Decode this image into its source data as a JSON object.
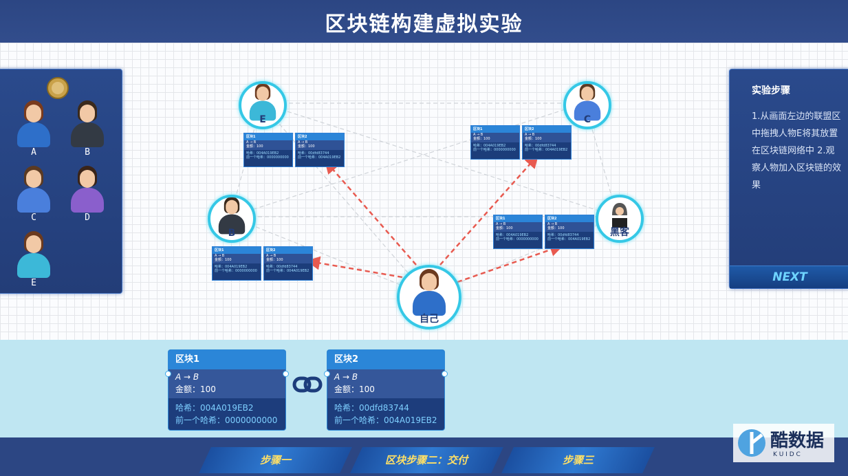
{
  "header": {
    "title": "区块链构建虚拟实验"
  },
  "left_panel": {
    "people": [
      {
        "label": "A",
        "hair": "#7a3b1d",
        "body": "#2e6fc9"
      },
      {
        "label": "B",
        "hair": "#3b2a1c",
        "body": "#333a44"
      },
      {
        "label": "C",
        "hair": "#5b3a22",
        "body": "#4a7fdc"
      },
      {
        "label": "D",
        "hair": "#3a2418",
        "body": "#8a5fcc"
      },
      {
        "label": "E",
        "hair": "#6b3a1f",
        "body": "#3cb8d8"
      }
    ]
  },
  "right_panel": {
    "title": "实验步骤",
    "text": "1.从画面左边的联盟区中拖拽人物E将其放置在区块链网络中\n2.观察人物加入区块链的效果",
    "next_label": "NEXT"
  },
  "network": {
    "nodes": [
      {
        "label": "E"
      },
      {
        "label": "C"
      },
      {
        "label": "B"
      },
      {
        "label": "黑客"
      },
      {
        "label": "自己"
      }
    ],
    "mini_blocks": [
      {
        "title": "区块1",
        "tx": "A → B",
        "amount": "金额：100",
        "hash": "哈希：004A019EB2",
        "prev": "前一个哈希：0000000000"
      },
      {
        "title": "区块2",
        "tx": "A → B",
        "amount": "金额：100",
        "hash": "哈希：00dfd83744",
        "prev": "前一个哈希：004A019EB2"
      }
    ]
  },
  "blocks": [
    {
      "title": "区块1",
      "tx": "A → B",
      "amount": "金额：100",
      "hash": "哈希：004A019EB2",
      "prev": "前一个哈希：0000000000"
    },
    {
      "title": "区块2",
      "tx": "A → B",
      "amount": "金额：100",
      "hash": "哈希：00dfd83744",
      "prev": "前一个哈希：004A019EB2"
    }
  ],
  "footer": {
    "tabs": [
      "步骤一",
      "区块步骤二：交付",
      "步骤三"
    ]
  },
  "watermark": {
    "text": "酷数据",
    "sub": "K U I D C"
  },
  "colors": {
    "accent": "#35c8e6",
    "header": "#2c4683",
    "arrow": "#e85a50"
  }
}
